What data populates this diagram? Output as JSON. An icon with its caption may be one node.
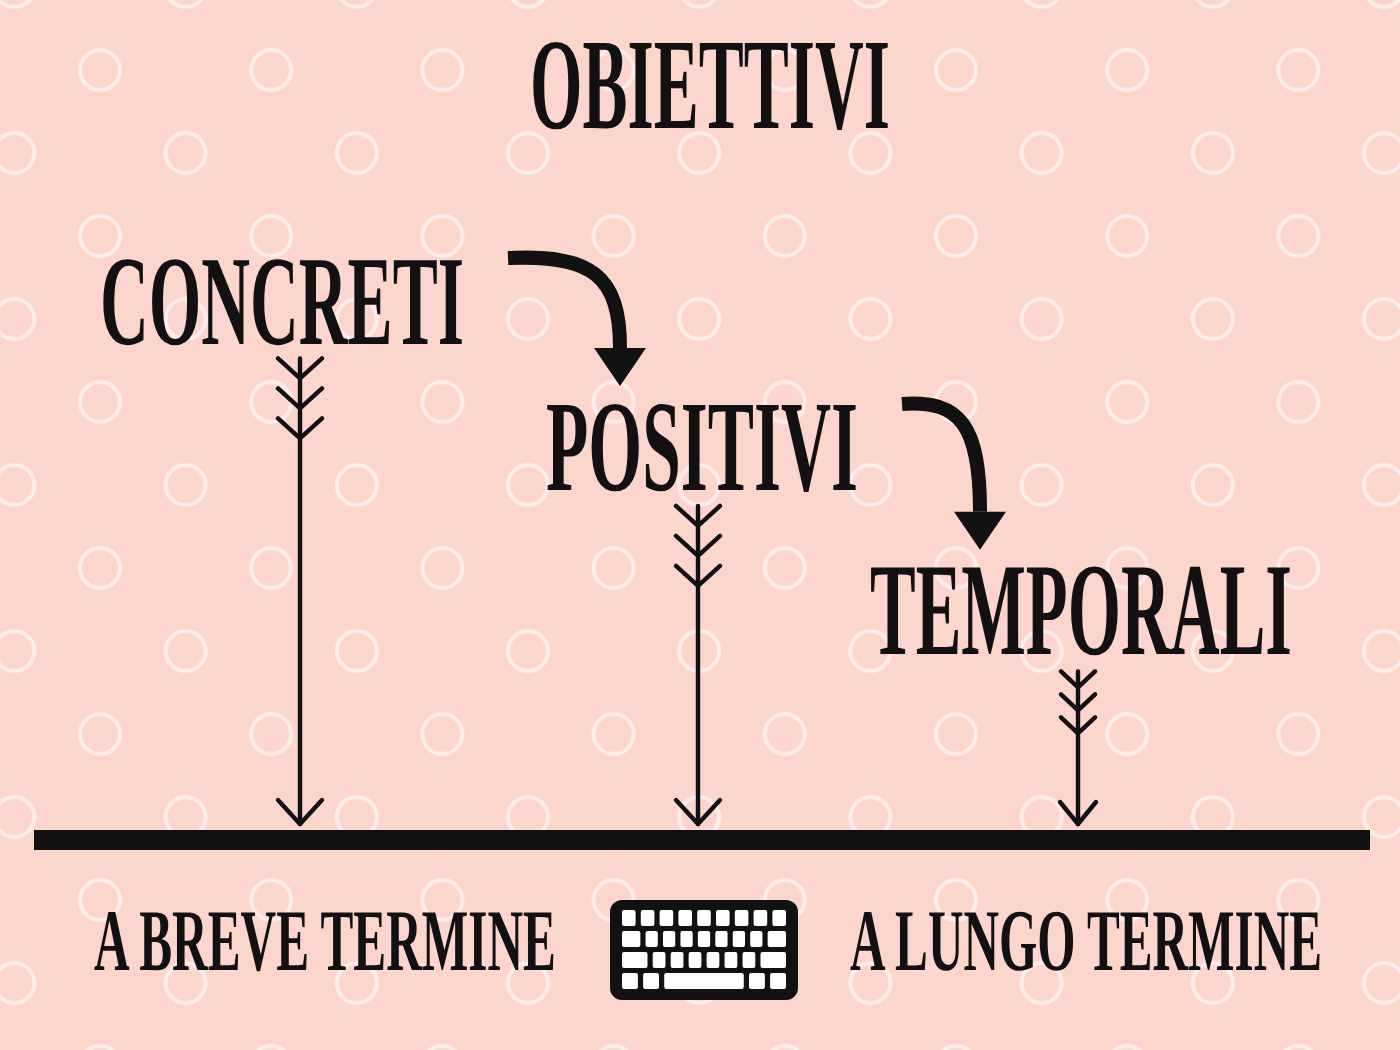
{
  "diagram": {
    "title": "OBIETTIVI",
    "nodes": [
      {
        "text": [
          "CONCRETI"
        ]
      },
      {
        "text": [
          "POSITIVI"
        ]
      },
      {
        "text": [
          "TEMPORALI"
        ]
      },
      {
        "text": [],
        "shape": "bar"
      }
    ],
    "edges": [
      {
        "from": 0,
        "to": 1,
        "arrow": "to",
        "style": "thick"
      },
      {
        "from": 1,
        "to": 2,
        "arrow": "to",
        "style": "thick"
      },
      {
        "from": 0,
        "to": 3,
        "arrow": "to"
      },
      {
        "from": 1,
        "to": 3,
        "arrow": "to"
      },
      {
        "from": 2,
        "to": 3,
        "arrow": "to"
      }
    ],
    "labels": [
      "A BREVE TERMINE",
      "A LUNGO TERMINE"
    ]
  }
}
